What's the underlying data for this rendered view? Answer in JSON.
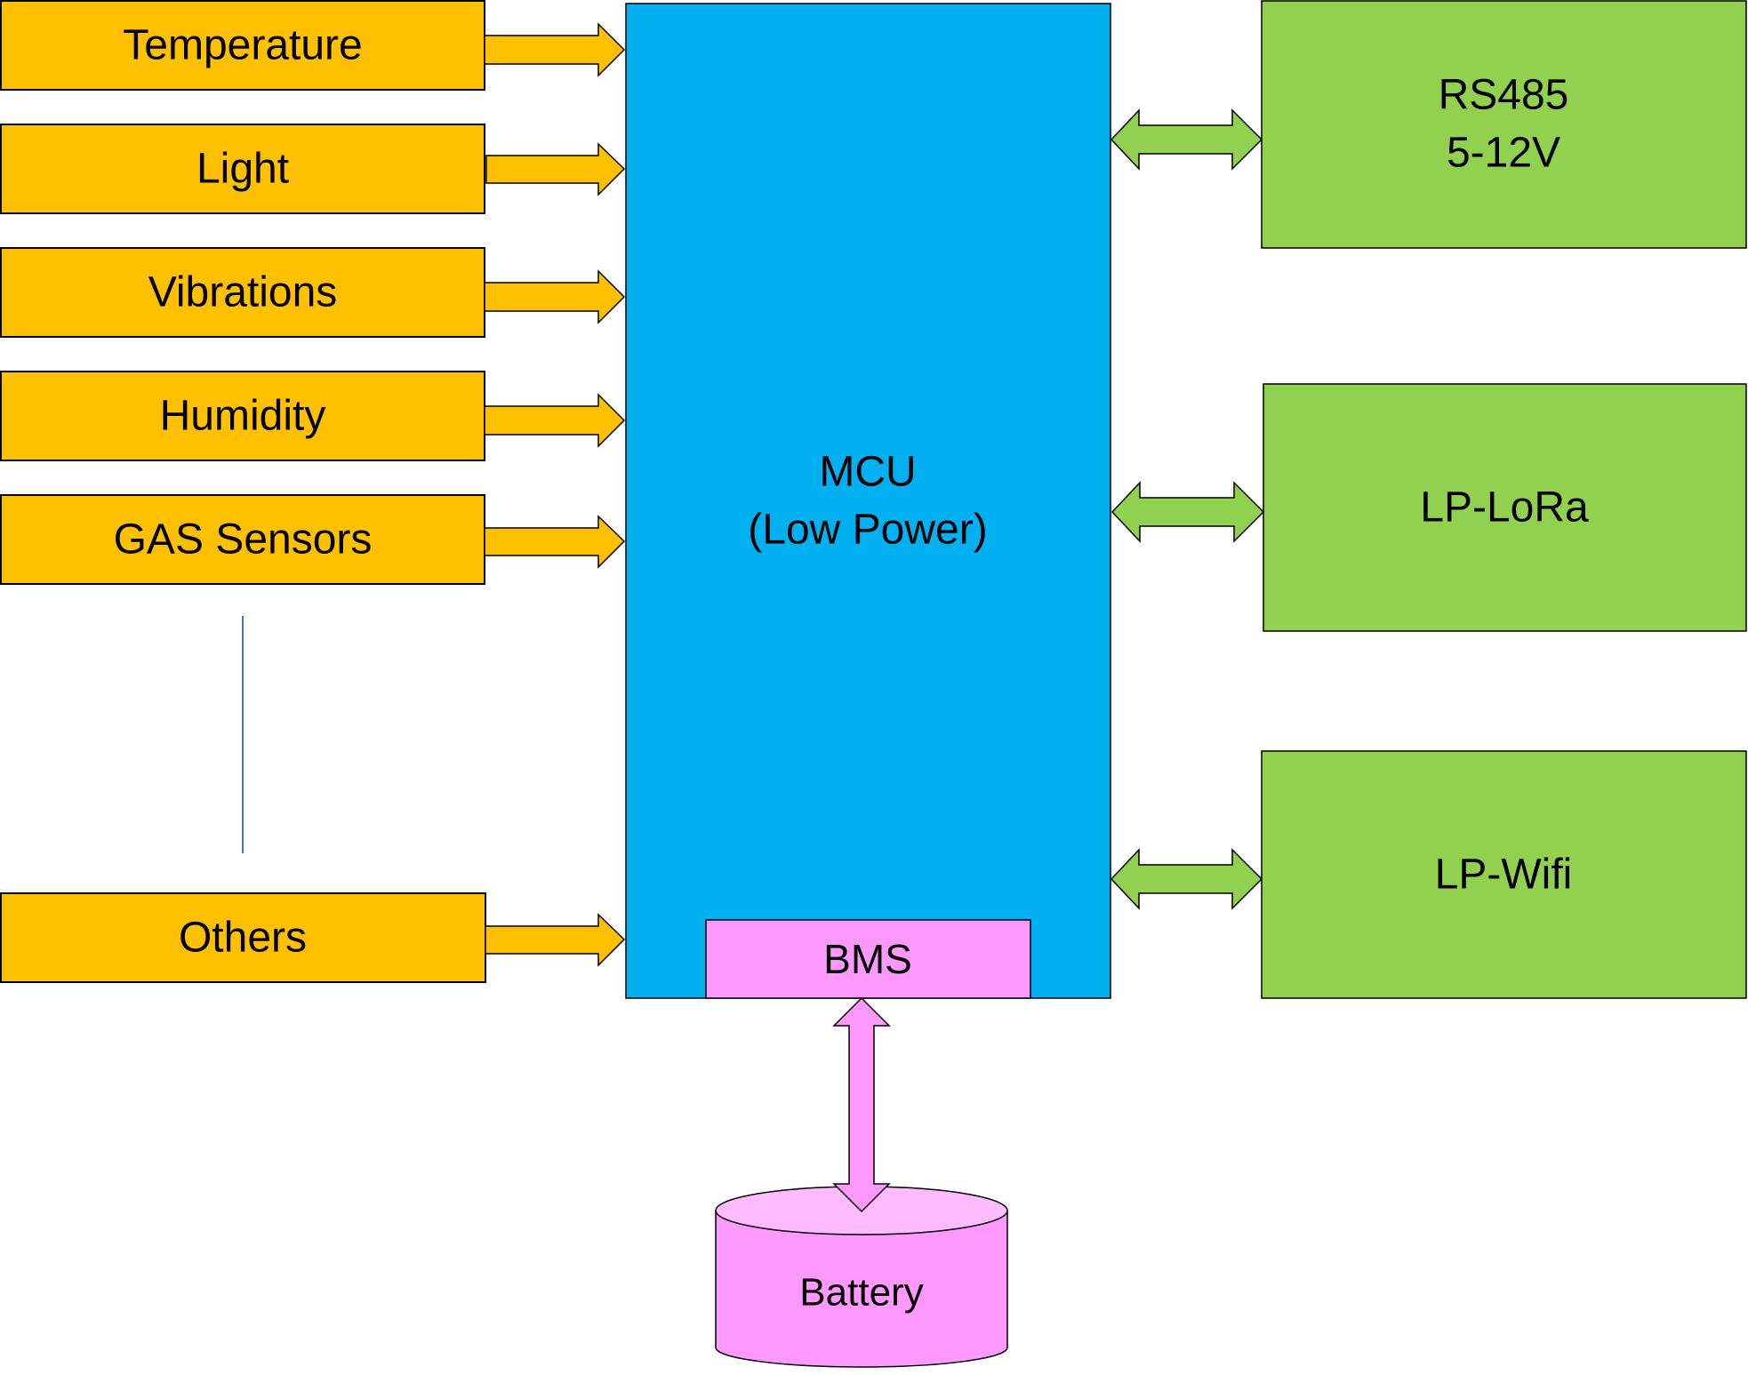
{
  "diagram": {
    "sensors": [
      {
        "id": "temperature",
        "label": "Temperature"
      },
      {
        "id": "light",
        "label": "Light"
      },
      {
        "id": "vibrations",
        "label": "Vibrations"
      },
      {
        "id": "humidity",
        "label": "Humidity"
      },
      {
        "id": "gas-sensors",
        "label": "GAS Sensors"
      },
      {
        "id": "others",
        "label": "Others"
      }
    ],
    "mcu": {
      "line1": "MCU",
      "line2": "(Low Power)"
    },
    "bms": {
      "label": "BMS"
    },
    "battery": {
      "label": "Battery"
    },
    "comms": [
      {
        "id": "rs485",
        "line1": "RS485",
        "line2": "5-12V"
      },
      {
        "id": "lp-lora",
        "line1": "LP-LoRa"
      },
      {
        "id": "lp-wifi",
        "line1": "LP-Wifi"
      }
    ],
    "colors": {
      "sensor_fill": "#FFC000",
      "mcu_fill": "#00B0F0",
      "comm_fill": "#92D050",
      "power_fill": "#FF99FF",
      "battery_top_fill": "#FFBBFF",
      "outline": "#000000",
      "ellipsis_line": "#4472C4"
    }
  }
}
